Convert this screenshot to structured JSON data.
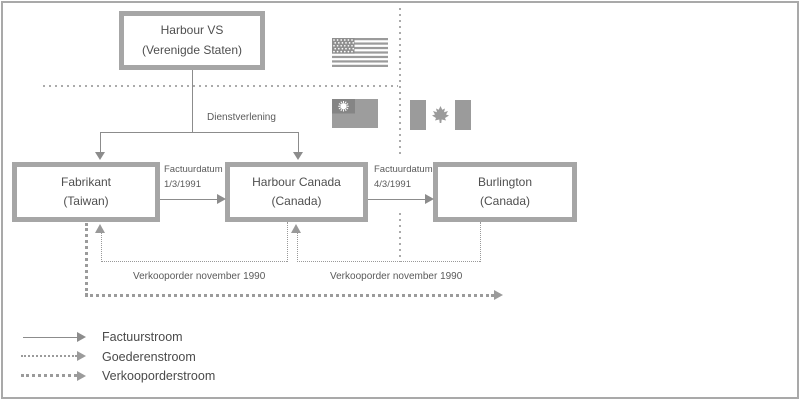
{
  "diagram": {
    "nodes": {
      "harbour_vs": {
        "name": "Harbour VS",
        "sub": "(Verenigde Staten)"
      },
      "fabrikant": {
        "name": "Fabrikant",
        "sub": "(Taiwan)"
      },
      "harbour_canada": {
        "name": "Harbour Canada",
        "sub": "(Canada)"
      },
      "burlington": {
        "name": "Burlington",
        "sub": "(Canada)"
      }
    },
    "edge_labels": {
      "dienstverlening": "Dienstverlening",
      "factuur_1": {
        "line1": "Factuurdatum",
        "line2": "1/3/1991"
      },
      "factuur_2": {
        "line1": "Factuurdatum",
        "line2": "4/3/1991"
      },
      "verkooporder_1": "Verkooporder november 1990",
      "verkooporder_2": "Verkooporder november 1990"
    },
    "legend": {
      "items": [
        {
          "style": "solid",
          "label": "Factuurstroom"
        },
        {
          "style": "dotted_fine",
          "label": "Goederenstroom"
        },
        {
          "style": "dotted_heavy",
          "label": "Verkooporderstroom"
        }
      ]
    },
    "flags": {
      "us": "united-states-flag",
      "taiwan": "taiwan-flag",
      "canada": "canada-flag"
    },
    "colors": {
      "box_border": "#a6a6a6",
      "frame_border": "#a9a9a9",
      "line": "#8c8c8c",
      "dots": "#999999",
      "text": "#4f4f4f",
      "flag_gray": "#9b9b9b"
    }
  }
}
